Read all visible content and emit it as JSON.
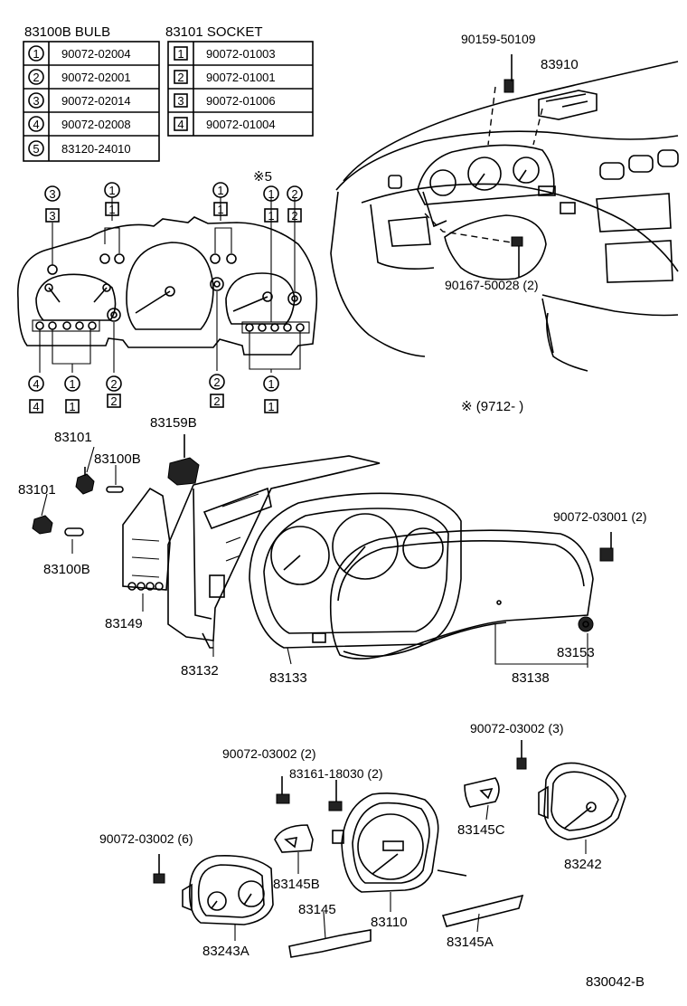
{
  "bulb_table": {
    "title": "83100B BULB",
    "rows": [
      {
        "mark": "1",
        "part": "90072-02004"
      },
      {
        "mark": "2",
        "part": "90072-02001"
      },
      {
        "mark": "3",
        "part": "90072-02014"
      },
      {
        "mark": "4",
        "part": "90072-02008"
      },
      {
        "mark": "5",
        "part": "83120-24010"
      }
    ]
  },
  "socket_table": {
    "title": "83101 SOCKET",
    "rows": [
      {
        "mark": "1",
        "part": "90072-01003"
      },
      {
        "mark": "2",
        "part": "90072-01001"
      },
      {
        "mark": "3",
        "part": "90072-01006"
      },
      {
        "mark": "4",
        "part": "90072-01004"
      }
    ]
  },
  "bulb_map": {
    "top_marks": [
      "3",
      "3",
      "1",
      "1",
      "1",
      "1",
      "※5",
      "1",
      "2",
      "2"
    ],
    "bottom_marks": [
      "4",
      "4",
      "1",
      "1",
      "2",
      "2",
      "2",
      "2",
      "1",
      "1"
    ]
  },
  "dash_labels": {
    "bolt_top": "90159-50109",
    "module": "83910",
    "bolt_bottom": "90167-50028 (2)",
    "note": "※ (9712-      )"
  },
  "cluster_labels": {
    "bulb_holder": "83159B",
    "socket_a": "83101",
    "bulb_a": "83100B",
    "socket_b": "83101",
    "bulb_b": "83100B",
    "board": "83149",
    "case": "83132",
    "plate": "83133",
    "lens": "83138",
    "screw": "90072-03001 (2)",
    "knob": "83153"
  },
  "gauge_labels": {
    "screw_3": "90072-03002 (3)",
    "screw_2": "90072-03002 (2)",
    "screw_83161": "83161-18030 (2)",
    "screw_6": "90072-03002 (6)",
    "cover_c": "83145C",
    "cover_b": "83145B",
    "cover": "83145",
    "cover_a": "83145A",
    "tach": "83242",
    "speedo": "83110",
    "combo": "83243A"
  },
  "ref": "830042-B"
}
